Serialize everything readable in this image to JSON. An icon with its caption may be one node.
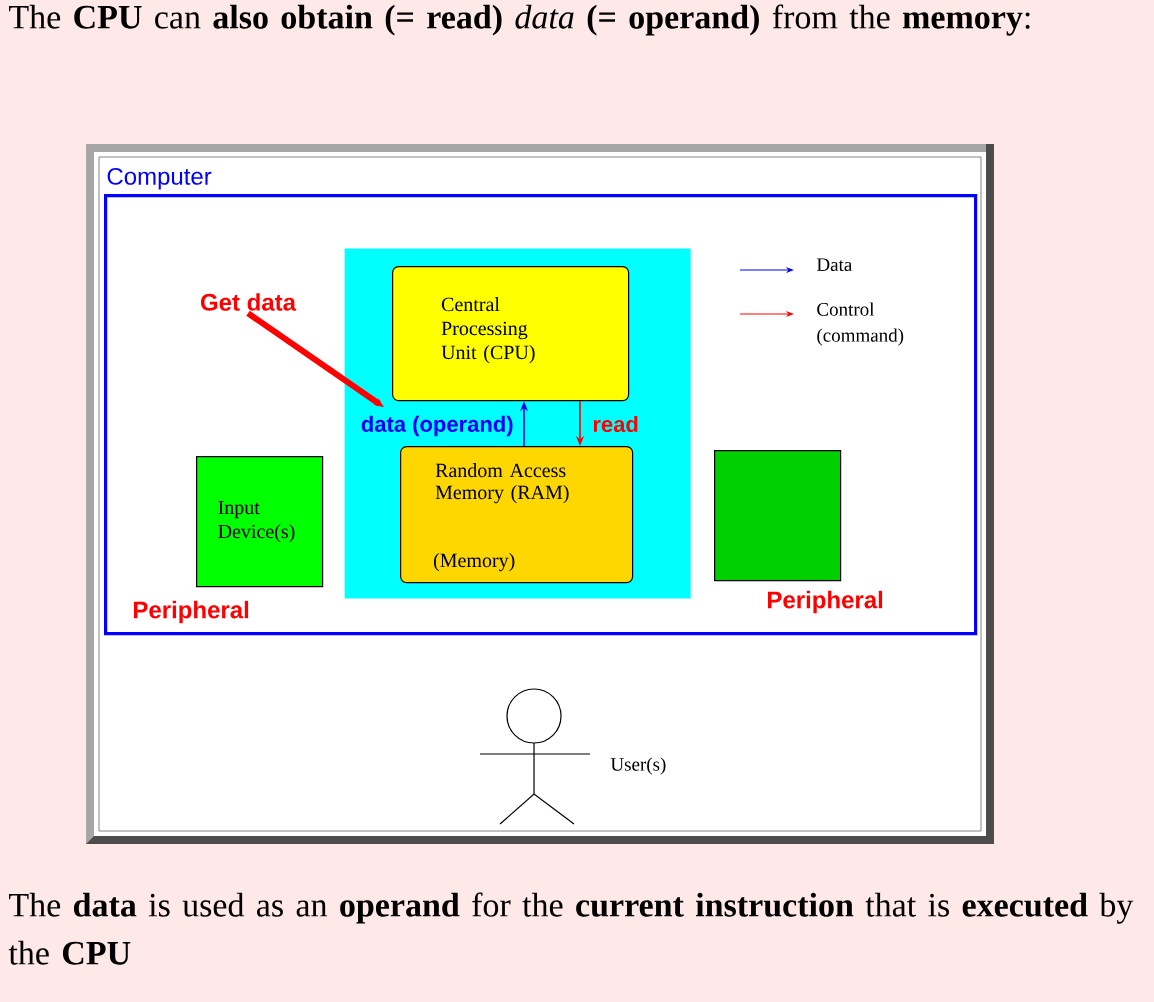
{
  "diagram": {
    "title": "The **CPU** can **also** **obtain (= read)** *data* **(= operand)** from the **memory**:",
    "caption": "The **data** is used as an **operand** for the **current instruction** that is **executed** by the **CPU**",
    "nodes": [
      {
        "text": [
          "Computer"
        ]
      },
      {
        "text": [],
        "shape": "box",
        "in": 0
      },
      {
        "text": [
          "Central Processing Unit (CPU)"
        ],
        "in": 1
      },
      {
        "text": [
          "Random Access Memory (RAM)",
          "(Memory)"
        ],
        "in": 1
      },
      {
        "text": [
          "Input Device(s)"
        ],
        "beside": [
          "Peripheral"
        ],
        "in": 0
      },
      {
        "text": [],
        "shape": "box",
        "beside": [
          "Peripheral"
        ],
        "in": 0
      },
      {
        "text": [
          "Get data"
        ],
        "in": 0
      },
      {
        "text": [],
        "shape": "person",
        "beside": [
          "User(s)"
        ]
      }
    ],
    "edges": [
      {
        "from": 3,
        "to": 2,
        "arrow": "to",
        "label": "data (operand)",
        "color": "#0000ff"
      },
      {
        "from": 2,
        "to": 3,
        "arrow": "to",
        "label": "read",
        "color": "#ff0000"
      },
      {
        "from": 6,
        "to": 2,
        "arrow": "to",
        "style": "thick",
        "color": "#ff0000"
      }
    ],
    "legend": [
      {
        "text": "Data"
      },
      {
        "text": "Control (command)"
      }
    ]
  }
}
